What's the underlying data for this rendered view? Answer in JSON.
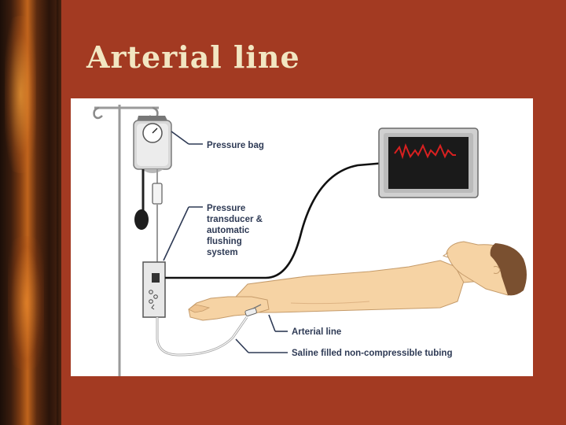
{
  "slide": {
    "title": "Arterial line"
  },
  "figure": {
    "labels": {
      "pressure_bag": "Pressure bag",
      "transducer_line1": "Pressure",
      "transducer_line2": "transducer &",
      "transducer_line3": "automatic",
      "transducer_line4": "flushing",
      "transducer_line5": "system",
      "arterial_line": "Arterial line",
      "tubing": "Saline filled non-compressible tubing"
    }
  },
  "colors": {
    "background": "#a33a22",
    "title": "#f2e6c2",
    "skin": "#f6d3a4",
    "hair": "#7a5030",
    "waveform": "#d82020",
    "label_text": "#2e3a55"
  }
}
